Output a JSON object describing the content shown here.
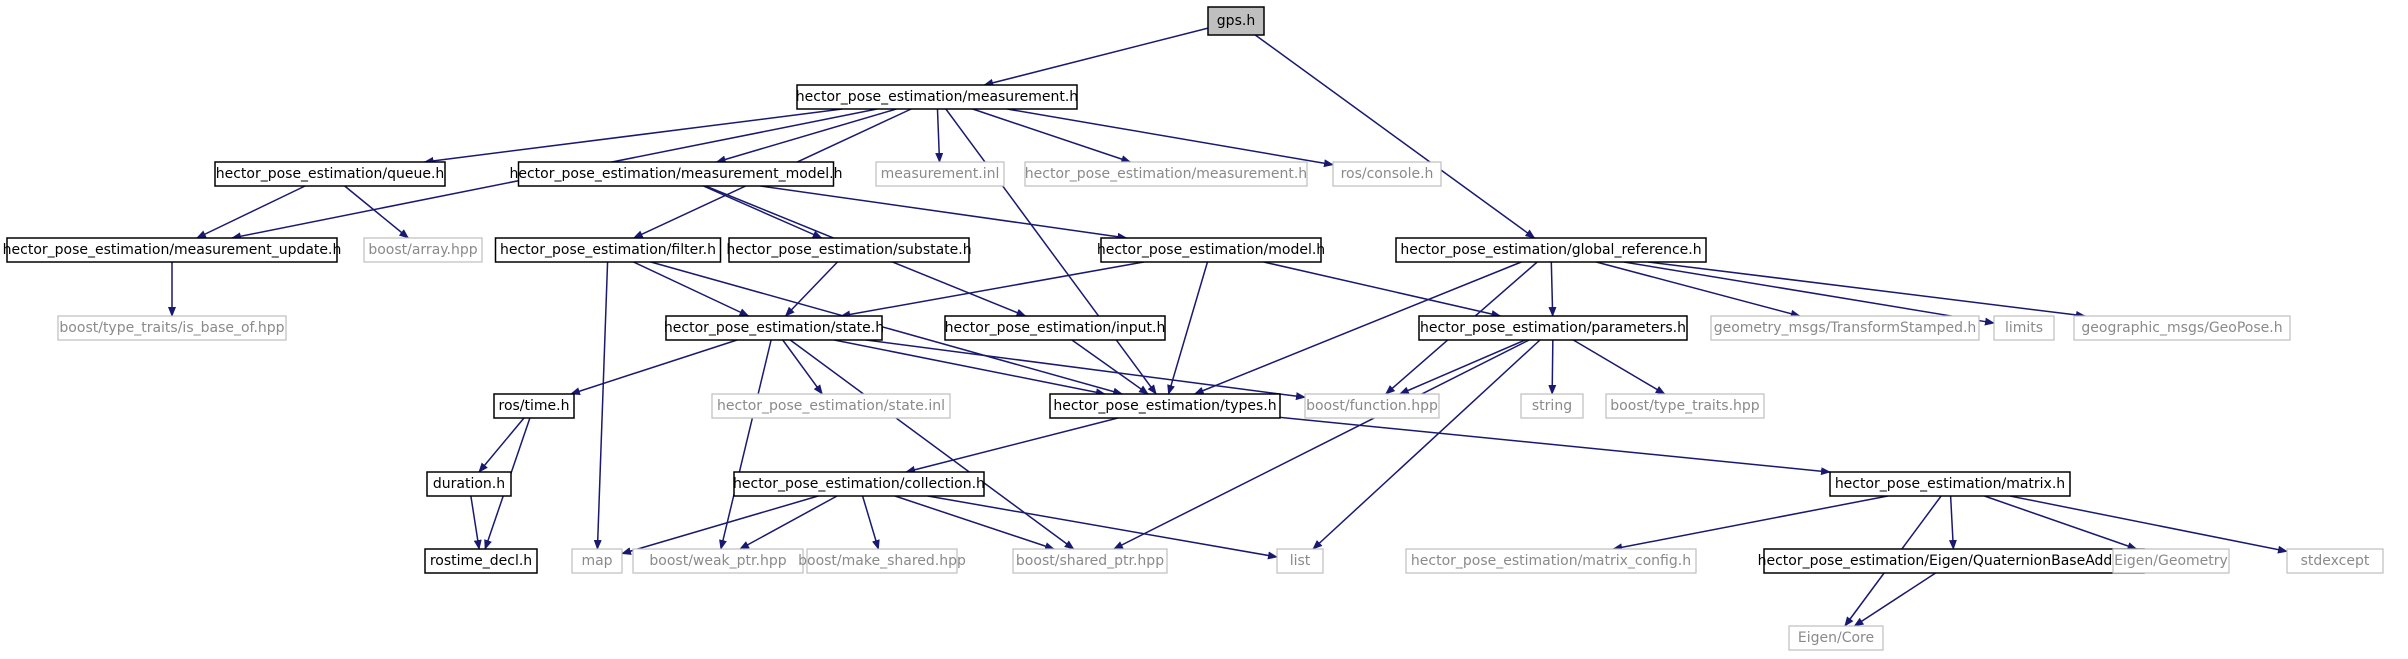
{
  "diagram": {
    "colors": {
      "edge": "#191970",
      "root_fill": "#bfbfbf",
      "documented_border": "#000000",
      "external_border": "#bfbfbf",
      "external_text": "#8a8a8a"
    },
    "nodes": [
      {
        "id": "gps",
        "label": "gps.h",
        "kind": "root"
      },
      {
        "id": "measurement",
        "label": "hector_pose_estimation/measurement.h",
        "kind": "doc"
      },
      {
        "id": "queue",
        "label": "hector_pose_estimation/queue.h",
        "kind": "doc"
      },
      {
        "id": "meas_model",
        "label": "hector_pose_estimation/measurement_model.h",
        "kind": "doc"
      },
      {
        "id": "meas_inl",
        "label": "measurement.inl",
        "kind": "ext"
      },
      {
        "id": "meas_ext",
        "label": "hector_pose_estimation/measurement.h",
        "kind": "ext"
      },
      {
        "id": "console",
        "label": "ros/console.h",
        "kind": "ext"
      },
      {
        "id": "meas_update",
        "label": "hector_pose_estimation/measurement_update.h",
        "kind": "doc"
      },
      {
        "id": "barray",
        "label": "boost/array.hpp",
        "kind": "ext"
      },
      {
        "id": "filter",
        "label": "hector_pose_estimation/filter.h",
        "kind": "doc"
      },
      {
        "id": "substate",
        "label": "hector_pose_estimation/substate.h",
        "kind": "doc"
      },
      {
        "id": "model",
        "label": "hector_pose_estimation/model.h",
        "kind": "doc"
      },
      {
        "id": "globalref",
        "label": "hector_pose_estimation/global_reference.h",
        "kind": "doc"
      },
      {
        "id": "isbase",
        "label": "boost/type_traits/is_base_of.hpp",
        "kind": "ext"
      },
      {
        "id": "state",
        "label": "hector_pose_estimation/state.h",
        "kind": "doc"
      },
      {
        "id": "input",
        "label": "hector_pose_estimation/input.h",
        "kind": "doc"
      },
      {
        "id": "params",
        "label": "hector_pose_estimation/parameters.h",
        "kind": "doc"
      },
      {
        "id": "tfstamped",
        "label": "geometry_msgs/TransformStamped.h",
        "kind": "ext"
      },
      {
        "id": "limits",
        "label": "limits",
        "kind": "ext"
      },
      {
        "id": "geopose",
        "label": "geographic_msgs/GeoPose.h",
        "kind": "ext"
      },
      {
        "id": "rostime",
        "label": "ros/time.h",
        "kind": "doc"
      },
      {
        "id": "stateinl",
        "label": "hector_pose_estimation/state.inl",
        "kind": "ext"
      },
      {
        "id": "types",
        "label": "hector_pose_estimation/types.h",
        "kind": "doc"
      },
      {
        "id": "bfunction",
        "label": "boost/function.hpp",
        "kind": "ext"
      },
      {
        "id": "string",
        "label": "string",
        "kind": "ext"
      },
      {
        "id": "btypetraits",
        "label": "boost/type_traits.hpp",
        "kind": "ext"
      },
      {
        "id": "duration",
        "label": "duration.h",
        "kind": "doc"
      },
      {
        "id": "collection",
        "label": "hector_pose_estimation/collection.h",
        "kind": "doc"
      },
      {
        "id": "matrix",
        "label": "hector_pose_estimation/matrix.h",
        "kind": "doc"
      },
      {
        "id": "rostimedecl",
        "label": "rostime_decl.h",
        "kind": "doc"
      },
      {
        "id": "map",
        "label": "map",
        "kind": "ext"
      },
      {
        "id": "weakptr",
        "label": "boost/weak_ptr.hpp",
        "kind": "ext"
      },
      {
        "id": "makeshared",
        "label": "boost/make_shared.hpp",
        "kind": "ext"
      },
      {
        "id": "sharedptr",
        "label": "boost/shared_ptr.hpp",
        "kind": "ext"
      },
      {
        "id": "list",
        "label": "list",
        "kind": "ext"
      },
      {
        "id": "matrixcfg",
        "label": "hector_pose_estimation/matrix_config.h",
        "kind": "ext"
      },
      {
        "id": "quatbase",
        "label": "hector_pose_estimation/Eigen/QuaternionBaseAddons.h",
        "kind": "doc"
      },
      {
        "id": "eigengeo",
        "label": "Eigen/Geometry",
        "kind": "ext"
      },
      {
        "id": "stdexcept",
        "label": "stdexcept",
        "kind": "ext"
      },
      {
        "id": "eigencore",
        "label": "Eigen/Core",
        "kind": "ext"
      }
    ],
    "edges": [
      [
        "gps",
        "measurement"
      ],
      [
        "gps",
        "globalref"
      ],
      [
        "measurement",
        "queue"
      ],
      [
        "measurement",
        "meas_model"
      ],
      [
        "measurement",
        "meas_inl"
      ],
      [
        "measurement",
        "meas_ext"
      ],
      [
        "measurement",
        "console"
      ],
      [
        "measurement",
        "meas_update"
      ],
      [
        "measurement",
        "filter"
      ],
      [
        "measurement",
        "types"
      ],
      [
        "queue",
        "meas_update"
      ],
      [
        "queue",
        "barray"
      ],
      [
        "meas_update",
        "isbase"
      ],
      [
        "meas_model",
        "substate"
      ],
      [
        "meas_model",
        "model"
      ],
      [
        "meas_model",
        "input"
      ],
      [
        "filter",
        "state"
      ],
      [
        "filter",
        "types"
      ],
      [
        "filter",
        "map"
      ],
      [
        "substate",
        "state"
      ],
      [
        "model",
        "state"
      ],
      [
        "model",
        "params"
      ],
      [
        "model",
        "types"
      ],
      [
        "globalref",
        "params"
      ],
      [
        "globalref",
        "tfstamped"
      ],
      [
        "globalref",
        "limits"
      ],
      [
        "globalref",
        "geopose"
      ],
      [
        "globalref",
        "bfunction"
      ],
      [
        "globalref",
        "types"
      ],
      [
        "state",
        "rostime"
      ],
      [
        "state",
        "stateinl"
      ],
      [
        "state",
        "types"
      ],
      [
        "state",
        "bfunction"
      ],
      [
        "state",
        "weakptr"
      ],
      [
        "state",
        "sharedptr"
      ],
      [
        "input",
        "types"
      ],
      [
        "params",
        "bfunction"
      ],
      [
        "params",
        "string"
      ],
      [
        "params",
        "btypetraits"
      ],
      [
        "params",
        "sharedptr"
      ],
      [
        "params",
        "list"
      ],
      [
        "rostime",
        "duration"
      ],
      [
        "rostime",
        "rostimedecl"
      ],
      [
        "duration",
        "rostimedecl"
      ],
      [
        "types",
        "collection"
      ],
      [
        "types",
        "matrix"
      ],
      [
        "collection",
        "map"
      ],
      [
        "collection",
        "weakptr"
      ],
      [
        "collection",
        "makeshared"
      ],
      [
        "collection",
        "sharedptr"
      ],
      [
        "collection",
        "list"
      ],
      [
        "matrix",
        "matrixcfg"
      ],
      [
        "matrix",
        "quatbase"
      ],
      [
        "matrix",
        "eigengeo"
      ],
      [
        "matrix",
        "stdexcept"
      ],
      [
        "matrix",
        "eigencore"
      ],
      [
        "quatbase",
        "eigencore"
      ]
    ]
  }
}
